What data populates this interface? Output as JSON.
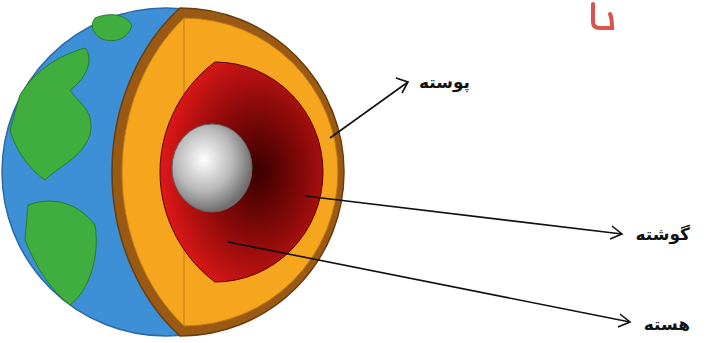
{
  "diagram": {
    "labels": [
      "پوسته",
      "گوشته",
      "هسته"
    ]
  }
}
